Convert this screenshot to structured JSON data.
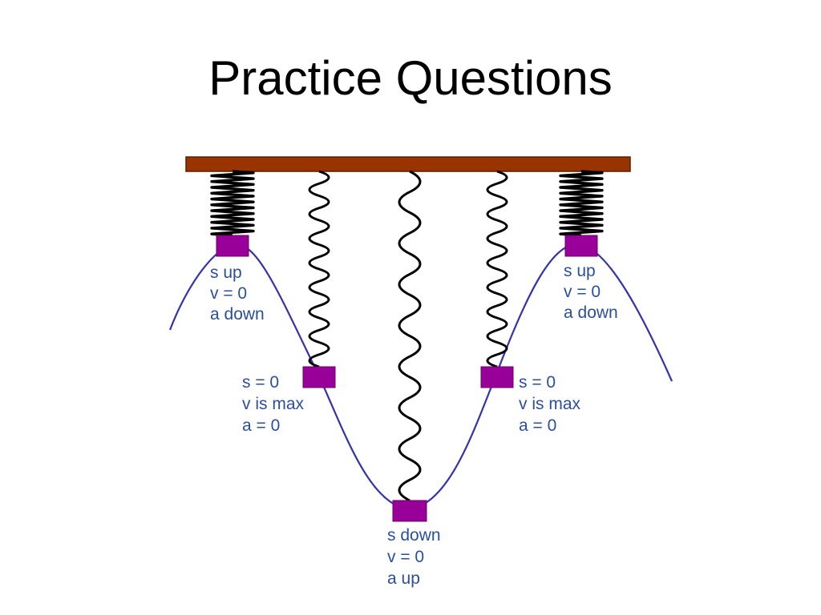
{
  "slide": {
    "title": "Practice Questions"
  },
  "colors": {
    "ceiling": "#993300",
    "spring": "#000000",
    "mass": "#990099",
    "wave": "#3333aa",
    "label_text": "#2b4f9c"
  },
  "positions": [
    {
      "id": "top-left",
      "lines": [
        "s up",
        "v = 0",
        "a down"
      ]
    },
    {
      "id": "mid-left",
      "lines": [
        "s = 0",
        "v is max",
        "a = 0"
      ]
    },
    {
      "id": "bottom",
      "lines": [
        "s down",
        "v = 0",
        "a up"
      ]
    },
    {
      "id": "mid-right",
      "lines": [
        "s = 0",
        "v is max",
        "a = 0"
      ]
    },
    {
      "id": "top-right",
      "lines": [
        "s up",
        "v = 0",
        "a down"
      ]
    }
  ]
}
